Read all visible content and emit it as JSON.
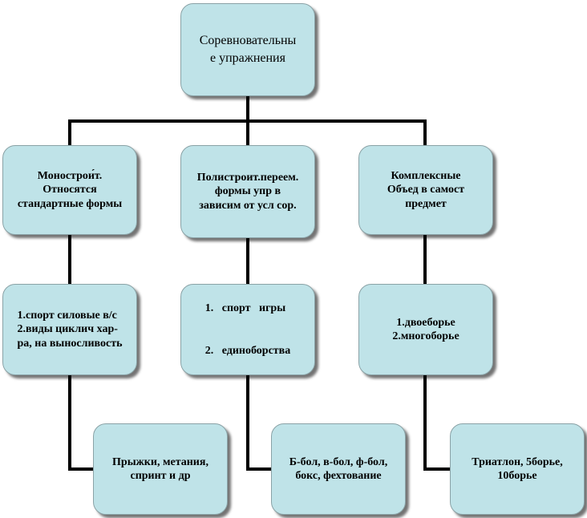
{
  "root": {
    "lines": [
      "Соревновательны",
      "е упражнения"
    ]
  },
  "categories": [
    {
      "lines": [
        "Монострои́т.",
        "Относятся",
        "стандартные  формы"
      ]
    },
    {
      "lines": [
        "Полистроит.переем.",
        "формы упр в",
        "зависим  от усл сор."
      ]
    },
    {
      "lines": [
        "Комплексные",
        "Объед в самост",
        "предмет"
      ]
    }
  ],
  "details": [
    {
      "lines": [
        "1.спорт силовые в/с",
        "2.виды циклич  хар-",
        "ра, на выносливость"
      ]
    },
    {
      "lines": [
        "1.   спорт   игры",
        "2.   единоборства"
      ]
    },
    {
      "lines": [
        "1.двоеборье",
        "2.многоборье"
      ]
    }
  ],
  "examples": [
    {
      "lines": [
        "Прыжки,  метания,",
        "спринт  и др"
      ]
    },
    {
      "lines": [
        "Б-бол, в-бол, ф-бол,",
        "бокс, фехтование"
      ]
    },
    {
      "lines": [
        "Триатлон,  5борье,",
        "10борье"
      ]
    }
  ]
}
